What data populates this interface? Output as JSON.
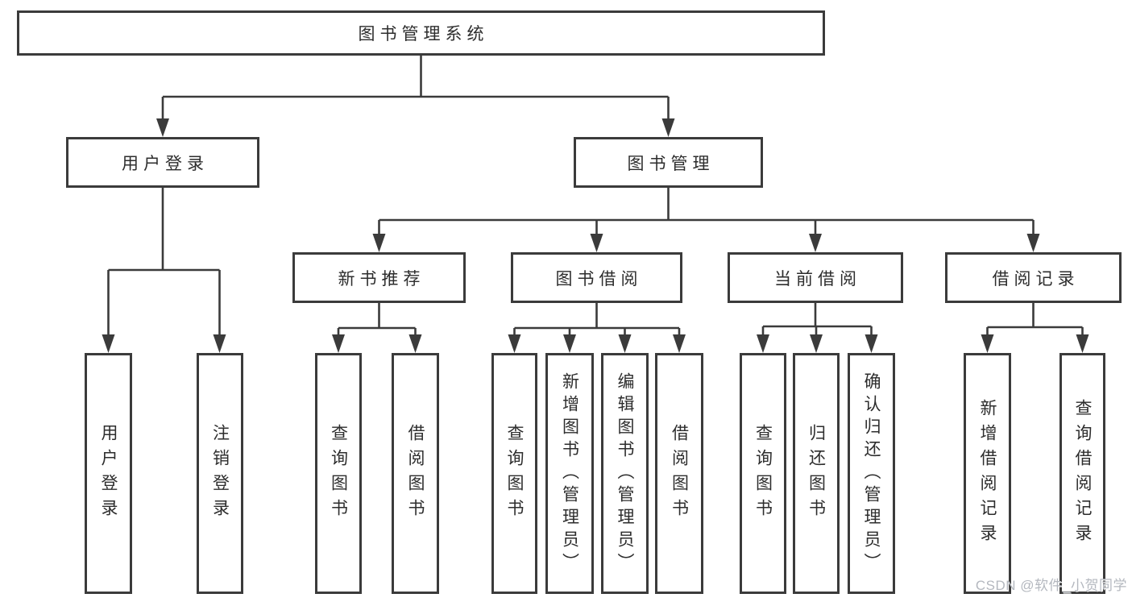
{
  "colors": {
    "line": "#3b3b3b",
    "node_border": "#3b3b3b",
    "text": "#2d2d2d",
    "node_background": "#ffffff",
    "page_background": "#ffffff",
    "watermark_text": "#b4b8bf"
  },
  "watermark": "CSDN @软件_小贺同学",
  "tree": {
    "label": "图书管理系统",
    "children": [
      {
        "label": "用户登录",
        "children": [
          {
            "label": "用户登录"
          },
          {
            "label": "注销登录"
          }
        ]
      },
      {
        "label": "图书管理",
        "children": [
          {
            "label": "新书推荐",
            "children": [
              {
                "label": "查询图书"
              },
              {
                "label": "借阅图书"
              }
            ]
          },
          {
            "label": "图书借阅",
            "children": [
              {
                "label": "查询图书"
              },
              {
                "label": "新增图书（管理员）"
              },
              {
                "label": "编辑图书（管理员）"
              },
              {
                "label": "借阅图书"
              }
            ]
          },
          {
            "label": "当前借阅",
            "children": [
              {
                "label": "查询图书"
              },
              {
                "label": "归还图书"
              },
              {
                "label": "确认归还（管理员）"
              }
            ]
          },
          {
            "label": "借阅记录",
            "children": [
              {
                "label": "新增借阅记录"
              },
              {
                "label": "查询借阅记录"
              }
            ]
          }
        ]
      }
    ]
  }
}
